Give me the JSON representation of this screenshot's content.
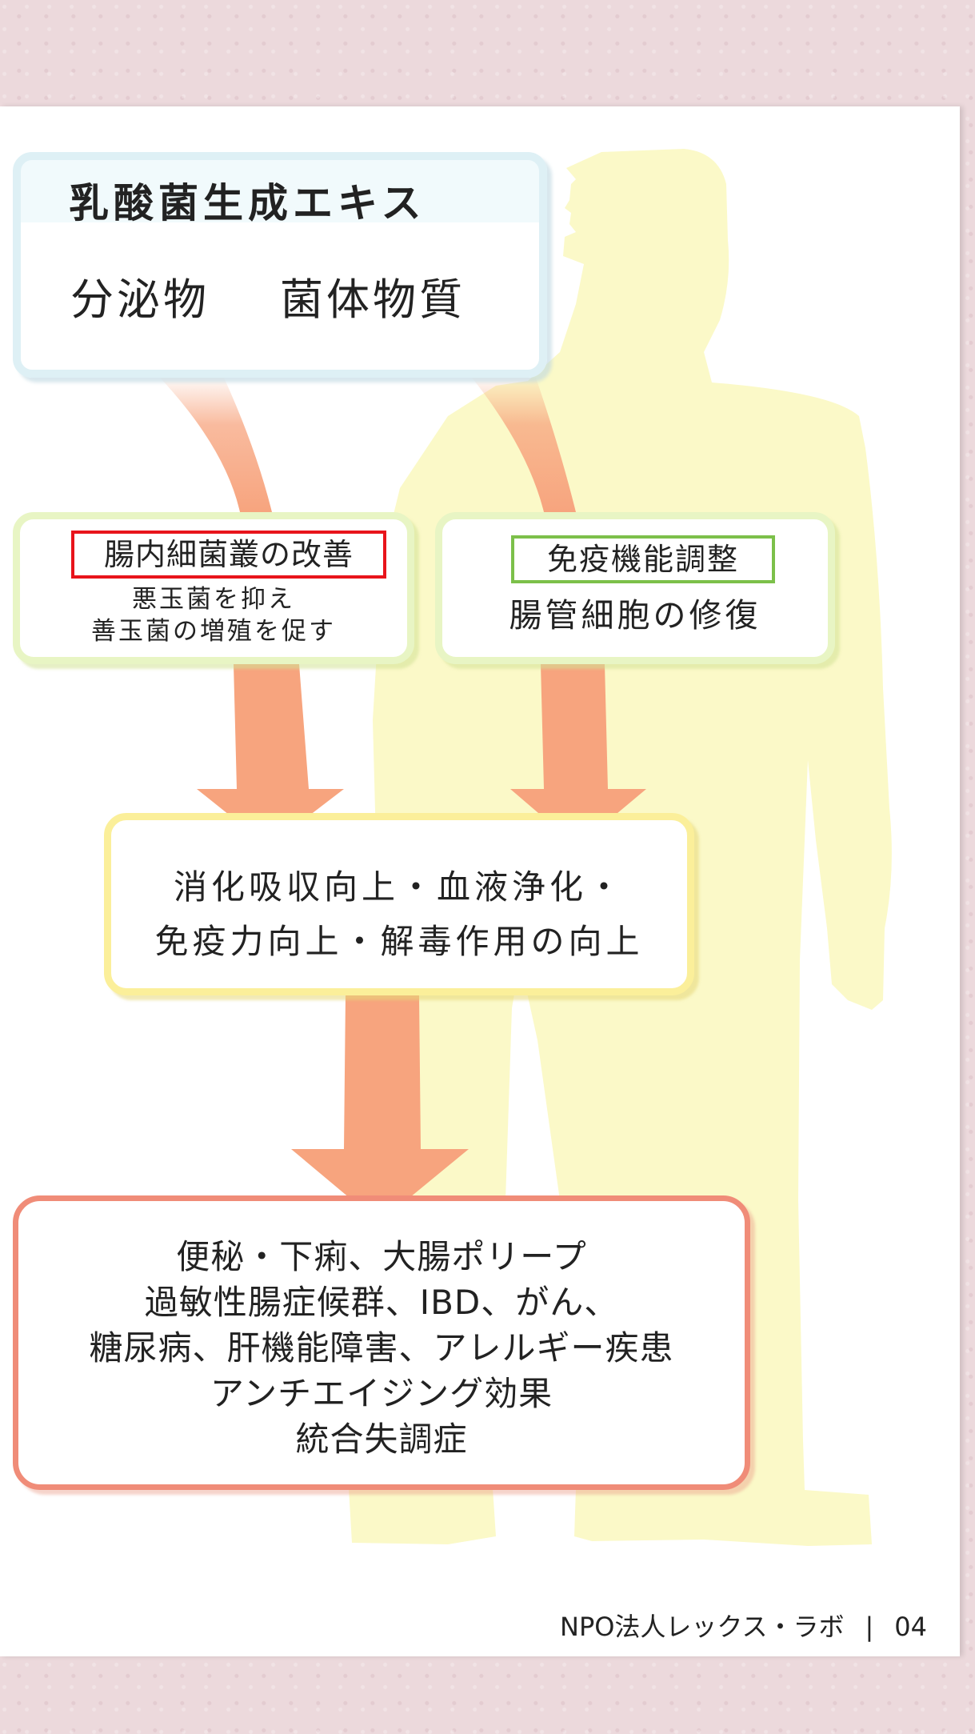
{
  "source": {
    "title": "乳酸菌生成エキス",
    "items": [
      "分泌物",
      "菌体物質"
    ]
  },
  "flora": {
    "title": "腸内細菌叢の改善",
    "lines": [
      "悪玉菌を抑え",
      "善玉菌の増殖を促す"
    ],
    "highlight_color": "#e8141b"
  },
  "immune": {
    "title": "免疫機能調整",
    "lines": [
      "腸管細胞の修復"
    ],
    "highlight_color": "#7cc04a"
  },
  "effects": {
    "lines": [
      "消化吸収向上・血液浄化・",
      "免疫力向上・解毒作用の向上"
    ]
  },
  "diseases": {
    "lines": [
      "便秘・下痢、大腸ポリープ",
      "過敏性腸症候群、IBD、がん、",
      "糖尿病、肝機能障害、アレルギー疾患",
      "アンチエイジング効果",
      "統合失調症"
    ]
  },
  "footer": {
    "org": "NPO法人レックス・ラボ",
    "separator": "|",
    "page": "04"
  },
  "colors": {
    "silhouette": "#fbf9c8",
    "arrow": "#f7a47e",
    "page_bg": "#ecd9dc"
  }
}
